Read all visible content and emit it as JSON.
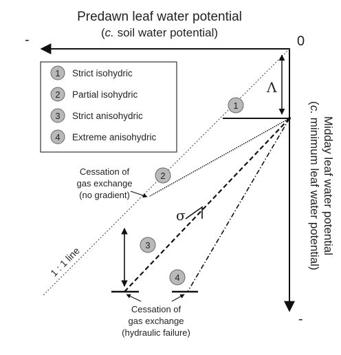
{
  "title": "Predawn leaf water potential",
  "subtitle_italic": "c.",
  "subtitle_rest": " soil water potential)",
  "subtitle_open": "(",
  "x_axis_minus": "-",
  "origin_label": "0",
  "y_axis_label_line1": "Midday leaf water potential",
  "y_axis_label_line2_open": "(",
  "y_axis_label_line2_italic": "c.",
  "y_axis_label_line2_rest": " minimum leaf water potential)",
  "y_axis_minus": "-",
  "legend": [
    {
      "num": "1",
      "label": "Strict  isohydric"
    },
    {
      "num": "2",
      "label": "Partial isohydric"
    },
    {
      "num": "3",
      "label": "Strict anisohydric"
    },
    {
      "num": "4",
      "label": "Extreme anisohydric"
    }
  ],
  "lambda_symbol": "Λ",
  "sigma_symbol": "σ",
  "one_to_one_label": "1 : 1 line",
  "annotation_top": [
    "Cessation of",
    "gas exchange",
    "(no gradient)"
  ],
  "annotation_bottom": [
    "Cessation of",
    "gas exchange",
    "(hydraulic failure)"
  ],
  "curve_badges": [
    "1",
    "2",
    "3",
    "4"
  ],
  "colors": {
    "badge_fill": "#b9b9b9",
    "line": "#222222",
    "one_to_one": "#555555"
  }
}
